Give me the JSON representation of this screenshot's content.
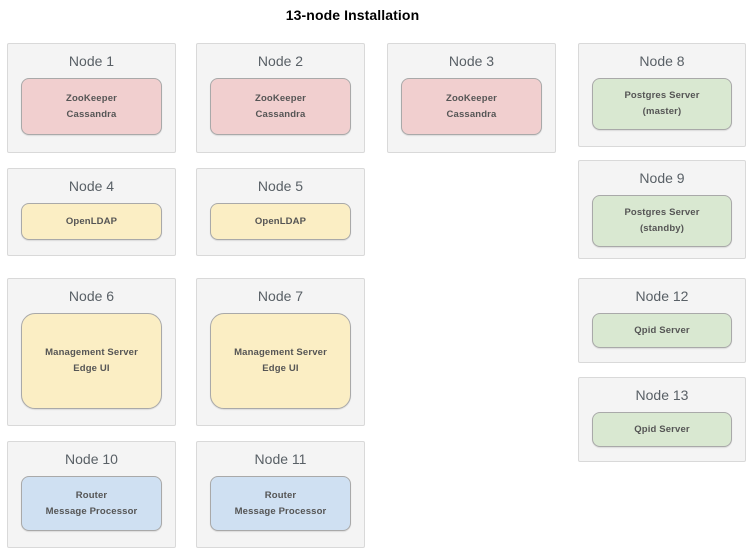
{
  "title": "13-node Installation",
  "colors": {
    "card_bg": "#f4f4f4",
    "card_border": "#d9d9d9",
    "node_label_text": "#596066",
    "service_text": "#555555",
    "pink": "#f1cfcf",
    "yellow": "#fbeec4",
    "blue": "#cfe0f2",
    "green": "#d9e8d1",
    "title_text": "#000000"
  },
  "nodes": [
    {
      "label": "Node 1",
      "color": "pink",
      "services": [
        "ZooKeeper",
        "Cassandra"
      ]
    },
    {
      "label": "Node 2",
      "color": "pink",
      "services": [
        "ZooKeeper",
        "Cassandra"
      ]
    },
    {
      "label": "Node 3",
      "color": "pink",
      "services": [
        "ZooKeeper",
        "Cassandra"
      ]
    },
    {
      "label": "Node 4",
      "color": "yellow",
      "services": [
        "OpenLDAP"
      ]
    },
    {
      "label": "Node 5",
      "color": "yellow",
      "services": [
        "OpenLDAP"
      ]
    },
    {
      "label": "Node 6",
      "color": "yellow",
      "services": [
        "Management Server",
        "Edge UI"
      ]
    },
    {
      "label": "Node 7",
      "color": "yellow",
      "services": [
        "Management Server",
        "Edge UI"
      ]
    },
    {
      "label": "Node 10",
      "color": "blue",
      "services": [
        "Router",
        "Message Processor"
      ]
    },
    {
      "label": "Node 11",
      "color": "blue",
      "services": [
        "Router",
        "Message Processor"
      ]
    },
    {
      "label": "Node 8",
      "color": "green",
      "services": [
        "Postgres Server",
        "(master)"
      ]
    },
    {
      "label": "Node 9",
      "color": "green",
      "services": [
        "Postgres Server",
        "(standby)"
      ]
    },
    {
      "label": "Node 12",
      "color": "green",
      "services": [
        "Qpid Server"
      ]
    },
    {
      "label": "Node 13",
      "color": "green",
      "services": [
        "Qpid Server"
      ]
    }
  ]
}
